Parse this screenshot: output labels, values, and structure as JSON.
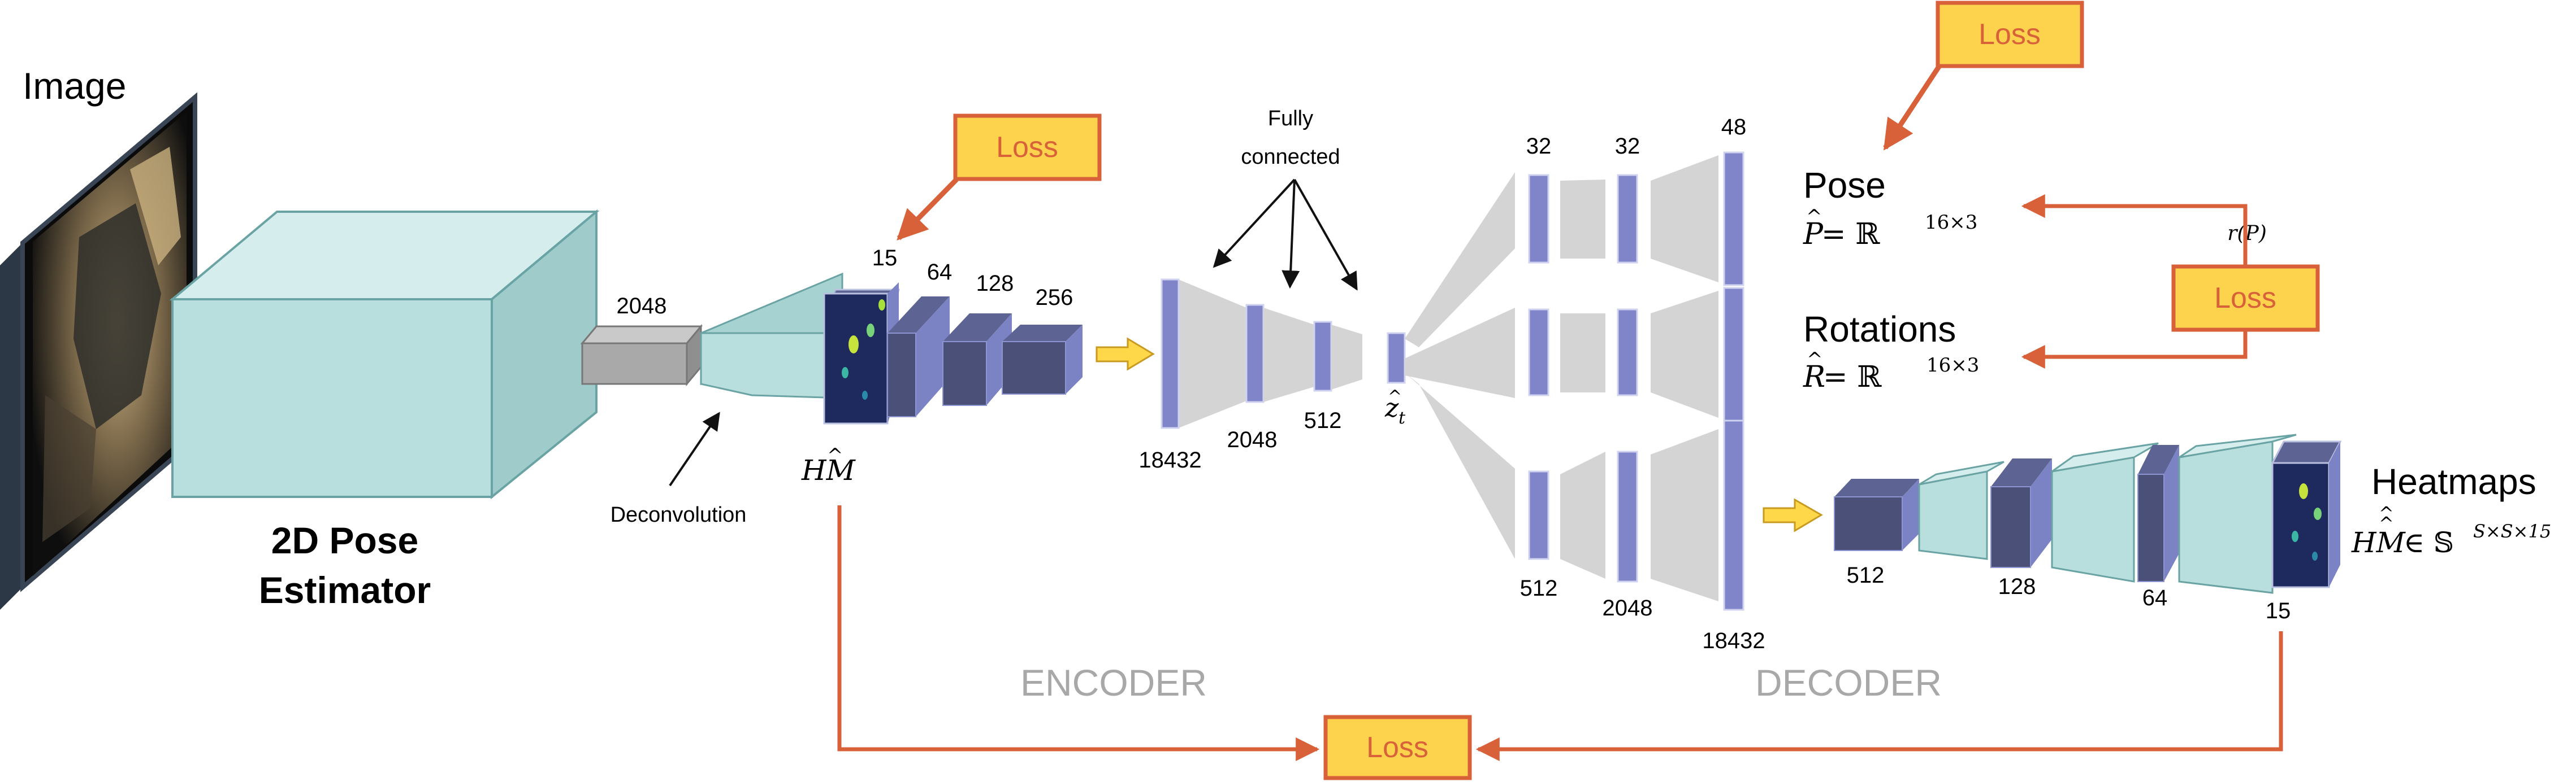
{
  "colors": {
    "teal_face": "#b9dede",
    "teal_side": "#9fcbcb",
    "teal_top": "#d5eded",
    "teal_stroke": "#6aa3a3",
    "navy_face": "#4b5078",
    "navy_side": "#7c83c4",
    "navy_top": "#5d6392",
    "fc_gray": "#d4d4d4",
    "fc_bar": "#7f85c8",
    "loss_fill": "#fdd34e",
    "loss_stroke": "#d8613a",
    "arrow": "#d8613a",
    "label_gray": "#a8a8a8",
    "yellow_arrow": "#ffd84a"
  },
  "labels": {
    "image": "Image",
    "pose_estimator_line1": "2D Pose",
    "pose_estimator_line2": "Estimator",
    "deconvolution": "Deconvolution",
    "fully_connected_line1": "Fully",
    "fully_connected_line2": "connected",
    "encoder": "ENCODER",
    "decoder": "DECODER",
    "pose": "Pose",
    "rotations": "Rotations",
    "heatmaps": "Heatmaps",
    "loss": "Loss"
  },
  "math": {
    "hm": "HM",
    "hm_hat": "^",
    "zt": "z",
    "zt_sub": "t",
    "zt_hat": "^",
    "pose_lhs": "P",
    "pose_eq": " = ℝ",
    "pose_sup": "16×3",
    "rot_lhs": "R",
    "rot_eq": " = ℝ",
    "rot_sup": "16×3",
    "heat_lhs": "HM",
    "heat_eq": " ∈ 𝕊",
    "heat_sup": "S×S×15",
    "r_of_p": "r(P)"
  },
  "numbers": {
    "backbone_out": "2048",
    "enc_hm": "15",
    "enc_64": "64",
    "enc_128": "128",
    "enc_256": "256",
    "fc_18432": "18432",
    "fc_2048": "2048",
    "fc_512": "512",
    "dec_top_32a": "32",
    "dec_top_32b": "32",
    "dec_top_48": "48",
    "dec_bot_512": "512",
    "dec_bot_2048": "2048",
    "dec_bot_18432": "18432",
    "heat_512": "512",
    "heat_128": "128",
    "heat_64": "64",
    "heat_15": "15"
  }
}
